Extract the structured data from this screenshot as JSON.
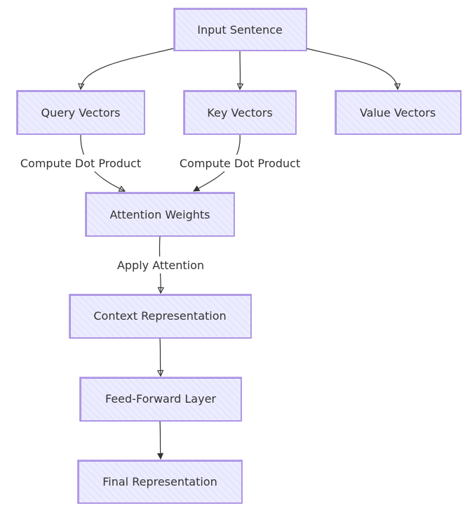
{
  "diagram": {
    "type": "flowchart",
    "node_fill": "#ececff",
    "node_border": "#9370db",
    "edge_color": "#333333",
    "nodes": {
      "input_sentence": "Input Sentence",
      "query_vectors": "Query Vectors",
      "key_vectors": "Key Vectors",
      "value_vectors": "Value Vectors",
      "attention_weights": "Attention Weights",
      "context_representation": "Context Representation",
      "feed_forward_layer": "Feed-Forward Layer",
      "final_representation": "Final Representation"
    },
    "edges": [
      {
        "from": "input_sentence",
        "to": "query_vectors",
        "label": ""
      },
      {
        "from": "input_sentence",
        "to": "key_vectors",
        "label": ""
      },
      {
        "from": "input_sentence",
        "to": "value_vectors",
        "label": ""
      },
      {
        "from": "query_vectors",
        "to": "attention_weights",
        "label": "Compute Dot Product"
      },
      {
        "from": "key_vectors",
        "to": "attention_weights",
        "label": "Compute Dot Product"
      },
      {
        "from": "attention_weights",
        "to": "context_representation",
        "label": "Apply Attention"
      },
      {
        "from": "context_representation",
        "to": "feed_forward_layer",
        "label": ""
      },
      {
        "from": "feed_forward_layer",
        "to": "final_representation",
        "label": ""
      }
    ]
  }
}
